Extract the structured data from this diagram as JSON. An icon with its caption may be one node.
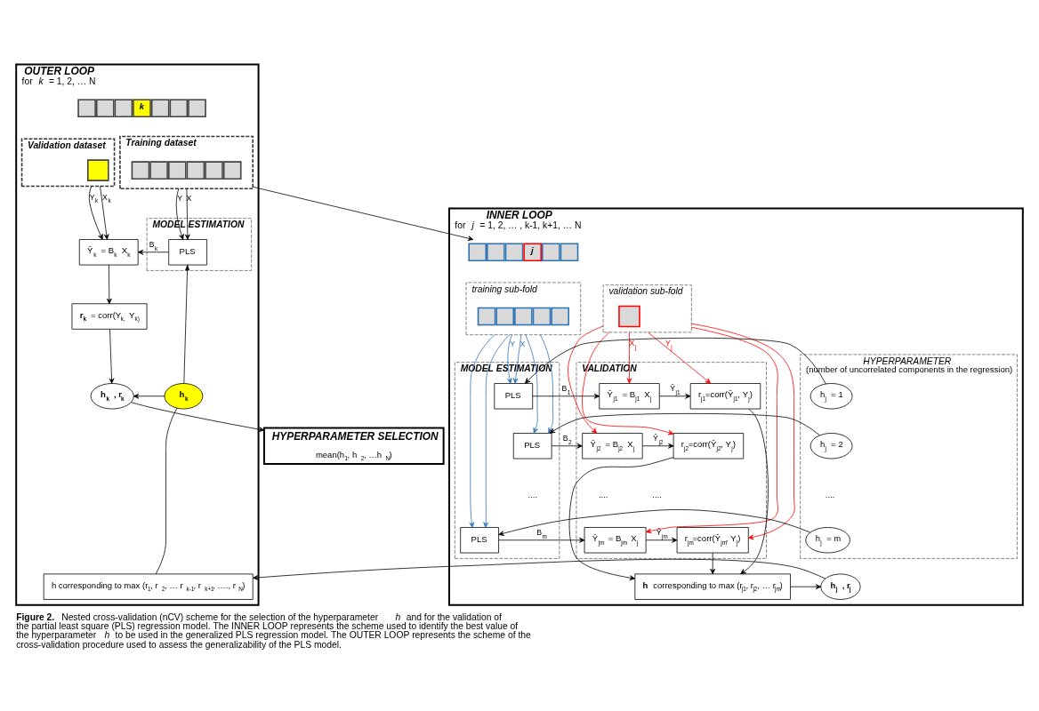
{
  "diagram": {
    "caption": "**Figure 2.** Nested cross-validation (nCV) scheme for the selection of the hyperparameter *h* and for the validation of the partial least square (PLS) regression model. The INNER LOOP represents the scheme used to identify the best value of the hyperparameter *h* to be used in the generalized PLS regression model. The OUTER LOOP represents the scheme of the cross-validation procedure used to assess the generalizability of the PLS model.",
    "nodes": [
      {
        "text": [
          "OUTER LOOP",
          "for *k* = 1, 2, … N"
        ]
      },
      {
        "text": [
          "k"
        ],
        "in": 0
      },
      {
        "text": [
          "Validation dataset"
        ],
        "in": 0
      },
      {
        "text": [],
        "shape": "box",
        "in": 2
      },
      {
        "text": [
          "Training dataset"
        ],
        "in": 0
      },
      {
        "text": [],
        "shape": "bar",
        "in": 4
      },
      {
        "text": [
          "MODEL ESTIMATION"
        ],
        "in": 0
      },
      {
        "text": [
          "PLS"
        ],
        "in": 6
      },
      {
        "text": [
          "Ŷ$_{k}$ = B$_{k}$ X$_{k}$"
        ],
        "in": 0
      },
      {
        "text": [
          "**r$_{k}$** = corr(Y$_{k,}$ Y$_{k)}$"
        ],
        "in": 0
      },
      {
        "text": [
          "h$_{k}$ , r$_{k}$"
        ],
        "in": 0
      },
      {
        "text": [
          "h$_{k}$"
        ],
        "in": 0
      },
      {
        "text": [
          "h corresponding to max (r$_{1}$, r $_{2}$, … r $_{k-1}$, r $_{k+1}$, …., r $_{N}$)"
        ],
        "in": 0
      },
      {
        "text": [
          "HYPERPARAMETER SELECTION",
          "mean(h$_{1}$, h $_{2}$, …h $_{N}$)"
        ]
      },
      {
        "text": [
          "INNER LOOP",
          "for *j* = 1, 2, … , k-1, k+1, … N"
        ]
      },
      {
        "text": [
          "j"
        ],
        "in": 14
      },
      {
        "text": [
          "training sub-fold"
        ],
        "in": 14
      },
      {
        "text": [],
        "shape": "bar",
        "in": 16
      },
      {
        "text": [
          "validation sub-fold"
        ],
        "in": 14
      },
      {
        "text": [],
        "shape": "box",
        "in": 18
      },
      {
        "text": [
          "HYPERPARAMETER",
          "(number of uncorrelated components in the regression)"
        ],
        "in": 14
      },
      {
        "text": [
          "h$_{j}$ = 1"
        ],
        "in": 20
      },
      {
        "text": [
          "h$_{j}$ = 2"
        ],
        "in": 20
      },
      {
        "text": [
          "h$_{j}$ = m"
        ],
        "in": 20
      },
      {
        "text": [
          "MODEL ESTIMATION"
        ],
        "in": 14
      },
      {
        "text": [
          "PLS"
        ],
        "in": 24
      },
      {
        "text": [
          "PLS"
        ],
        "in": 24
      },
      {
        "text": [
          "PLS"
        ],
        "in": 24
      },
      {
        "text": [
          "VALIDATION"
        ],
        "in": 14
      },
      {
        "text": [
          "Ŷ$_{j1}$ = B$_{j1}$ X$_{j}$"
        ],
        "in": 28
      },
      {
        "text": [
          "Ŷ$_{j2}$ = B$_{j2}$ X$_{j}$"
        ],
        "in": 28
      },
      {
        "text": [
          "Ŷ$_{jm}$ = B$_{jm}$ X$_{j}$"
        ],
        "in": 28
      },
      {
        "text": [
          "r$_{j1}$=corr(Ŷ$_{j1}$, Y$_{j}$)"
        ],
        "in": 28
      },
      {
        "text": [
          "r$_{j2}$=corr(Ŷ$_{j2}$, Y$_{j}$)"
        ],
        "in": 28
      },
      {
        "text": [
          "r$_{jm}$=corr(Ŷ$_{jm}$, Y$_{j}$)"
        ],
        "in": 28
      },
      {
        "text": [
          "**h** corresponding to max (r$_{j1}$, r$_{j2}$, … r$_{jm}$)"
        ],
        "in": 14
      },
      {
        "text": [
          "h$_{j}$ , r$_{j}$"
        ],
        "in": 14
      }
    ],
    "edges": [
      {
        "from": 4,
        "to": 15,
        "arrow": "to"
      },
      {
        "from": 2,
        "to": 8,
        "arrow": "to",
        "label": "X$_{k}$"
      },
      {
        "from": 2,
        "to": 8,
        "arrow": "to",
        "label": "Y$_{k}$"
      },
      {
        "from": 4,
        "to": 7,
        "arrow": "to",
        "label": "X"
      },
      {
        "from": 4,
        "to": 7,
        "arrow": "to",
        "label": "Y"
      },
      {
        "from": 7,
        "to": 8,
        "arrow": "to",
        "label": "B$_{k}$"
      },
      {
        "from": 8,
        "to": 9,
        "arrow": "to"
      },
      {
        "from": 9,
        "to": 10,
        "arrow": "to"
      },
      {
        "from": 11,
        "to": 10,
        "arrow": "to"
      },
      {
        "from": 10,
        "to": 13,
        "arrow": "to"
      },
      {
        "from": 11,
        "to": 7,
        "arrow": "to"
      },
      {
        "from": 12,
        "to": 11,
        "arrow": "none"
      },
      {
        "from": 16,
        "to": 25,
        "arrow": "to",
        "label": "X",
        "color": "#2e75b6"
      },
      {
        "from": 16,
        "to": 25,
        "arrow": "to",
        "label": "Y",
        "color": "#2e75b6"
      },
      {
        "from": 16,
        "to": 26,
        "arrow": "to",
        "color": "#2e75b6"
      },
      {
        "from": 16,
        "to": 26,
        "arrow": "to",
        "color": "#2e75b6"
      },
      {
        "from": 16,
        "to": 27,
        "arrow": "to",
        "color": "#2e75b6"
      },
      {
        "from": 16,
        "to": 27,
        "arrow": "to",
        "color": "#2e75b6"
      },
      {
        "from": 18,
        "to": 29,
        "arrow": "to",
        "label": "X$_{j}$",
        "color": "#ff0000"
      },
      {
        "from": 18,
        "to": 30,
        "arrow": "to",
        "color": "#ff0000"
      },
      {
        "from": 18,
        "to": 31,
        "arrow": "to",
        "color": "#ff0000"
      },
      {
        "from": 18,
        "to": 32,
        "arrow": "to",
        "label": "Y$_{j}$",
        "color": "#ff0000"
      },
      {
        "from": 18,
        "to": 33,
        "arrow": "to",
        "color": "#ff0000"
      },
      {
        "from": 18,
        "to": 34,
        "arrow": "to",
        "color": "#ff0000"
      },
      {
        "from": 21,
        "to": 25,
        "arrow": "to"
      },
      {
        "from": 22,
        "to": 26,
        "arrow": "to"
      },
      {
        "from": 23,
        "to": 27,
        "arrow": "to"
      },
      {
        "from": 25,
        "to": 29,
        "arrow": "to",
        "label": "B$_{1}$"
      },
      {
        "from": 26,
        "to": 30,
        "arrow": "to",
        "label": "B$_{2}$"
      },
      {
        "from": 27,
        "to": 31,
        "arrow": "to",
        "label": "B$_{m}$"
      },
      {
        "from": 29,
        "to": 32,
        "arrow": "to",
        "label": "Ŷ$_{j1}$"
      },
      {
        "from": 30,
        "to": 33,
        "arrow": "to",
        "label": "Ŷ$_{j2}$"
      },
      {
        "from": 31,
        "to": 34,
        "arrow": "to",
        "label": "Ŷ$_{jm}$"
      },
      {
        "from": 32,
        "to": 35,
        "arrow": "to"
      },
      {
        "from": 33,
        "to": 35,
        "arrow": "to"
      },
      {
        "from": 34,
        "to": 35,
        "arrow": "to"
      },
      {
        "from": 35,
        "to": 36,
        "arrow": "to"
      },
      {
        "from": 36,
        "to": 12,
        "arrow": "to"
      }
    ],
    "labels": [
      "....",
      "....",
      "....",
      "...."
    ]
  }
}
